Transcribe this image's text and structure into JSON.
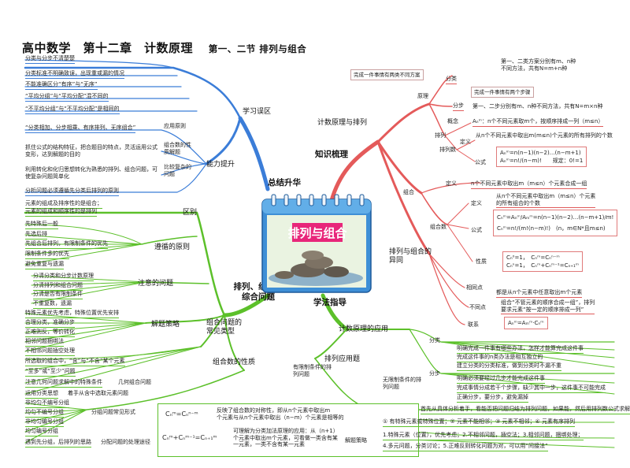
{
  "title": "高中数学　第十二章　计数原理",
  "subtitle": "第一、二节 排列与组合",
  "center_label": "排列与组合",
  "branches": {
    "top_left": "总结升华",
    "top_right": "知识梳理",
    "bottom_left": "排列、组合的综合问题",
    "bottom_right": "学法指导"
  },
  "blue": {
    "hubs": {
      "mistakes": "学习误区",
      "ability": "能力提升"
    },
    "mistakes": [
      "分类与分步不清楚楚",
      "分类标准不明确致误，出现重或漏的情况",
      "不能准确区分“有序”与“无序”",
      "“平均分组”与“平均分配”混不同的",
      "“不平均分组”与“不平均分配”是相同的"
    ],
    "ability_subs": [
      "应用原则",
      "组合数的性质解题",
      "比较复杂的问题"
    ],
    "ability": [
      "“分类相加、分步相乘、有序排列、无序组合”",
      "抓住公式的结构特征，把合题目的特点，灵活运用公式变形，达到解题的目的",
      "利用转化和化归思想转化为熟悉的排列、组合问题，可使复杂问题简单化",
      "分析问题必须遵循先分类后排列的原则"
    ]
  },
  "green": {
    "hubs": {
      "distinguish": "区别",
      "principle": "遵循的原则",
      "notice": "注意的问题",
      "strategy": "解题策略",
      "types": "组合问题的常见类型",
      "property": "组合数的性质"
    },
    "distinguish": [
      "元素的组成及排序性的是组合；",
      "元素的组成和顺序性的是排列"
    ],
    "principle": [
      "先特殊后一般",
      "先选后排",
      "先组合后排列，有限制条件的优先",
      "限制条件多的优先",
      "避免重复与遗漏"
    ],
    "notice": [
      "分清分类和分步计数原理",
      "分清排列和组合问题",
      "分清是否有限制条件",
      "不重复数，遗漏"
    ],
    "strategy": [
      "特殊元素优先考虑，特殊位置优先安排",
      "合理分类，准确分步",
      "正难则反，等价转化",
      "相邻问题捆绑法",
      "不相邻问题插空处理"
    ],
    "types": [
      "所选取的组合中，“含”与“不含”某个元素",
      "“至多”或“至少”问题",
      "注意几何问题求解中的特殊条件",
      "运用分类思想"
    ],
    "types_right": [
      "几何组合问题",
      "着手从含中选取元素问题"
    ],
    "grouping": [
      "非均匀不编号分组",
      "均匀不编号分组",
      "非均匀编号分组",
      "均匀编号分组"
    ],
    "grouping_label": "分组问题常见形式",
    "grouping_last": "遇到先分组，后排列的思路",
    "grouping_last_right": "分配问题的处理途径",
    "property_formula_1": "Cₙᵐ=Cₙⁿ⁻ᵐ",
    "property_desc_1": "反映了组合数的对称性，即从n个元素中取出m\n个元素与从n个元素中取出（n−m）个元素是相等的",
    "property_formula_2": "Cₙᵐ+Cₙᵐ⁻¹=Cₙ₊₁ᵐ",
    "property_desc_2": "可理解为分类加法原理的应用：从（n+1）\n个元素中取出m个元素，可看做一类含有某\n一元素，一类不含有某一元素"
  },
  "red": {
    "hubs": {
      "counting": "计数原理与排列",
      "permutation": "排列",
      "combination": "组合",
      "combination_count": "组合数",
      "diff": "排列与组合的异同"
    },
    "note_box": "完成一件事情有两类不同方案",
    "note_box_2": "完成一件事情有两个步骤",
    "principle": "原理",
    "classify": "分类",
    "step": "分步",
    "classify_text": "第一、二类方案分别有m、n种\n不同方法，共有N=m+n种",
    "step_text": "第一、二步分别有m、n种不同方法，共有N=m×n种",
    "concept": "概念",
    "concept_text": "Aₙᵐ：n个不同元素取m个，按顺序排成一列（m≤n）",
    "perm_count": "排列数",
    "definition": "定义",
    "perm_def": "从n个不同元素中取出m(m≤n)个元素的所有排列的个数",
    "formula": "公式",
    "perm_formula": "Aₙᵐ=n(n−1)(n−2)…(n−m+1)\nAₙᵐ=n!/(n−m)!　　规定：0!=1",
    "comb_def_label": "定义",
    "comb_def": "n个不同元素中取出m（m≤n）个元素合成一组",
    "comb_count_def": "从n个不同元素中取出m（m≤n）个元素\n的所有组合的个数",
    "comb_formula": "Cₙᵐ=Aₙᵐ/Aₘᵐ=n(n−1)(n−2)…(n−m+1)/m!\nCₙᵐ=n!/(m!(n−m)!)　(n，m∈N*且m≤n)",
    "nature": "性质",
    "nature_formula": "Cₙ⁰=1，　Cₙᵐ=Cₙⁿ⁻ᵐ\nCₙⁿ=1，　Cₙᵐ+Cₙᵐ⁻¹=Cₙ₊₁ᵐ",
    "same": "相同点",
    "same_text": "都是从n个元素中任意取出m个元素",
    "diff_point": "不同点",
    "diff_text": "组合“不管元素的顺序合成一组”，排列\n要求元素“按一定的顺序排成一列”",
    "relation": "联系",
    "relation_formula": "Aₙᵐ=Aₘᵐ·Cₙᵐ"
  },
  "method": {
    "application": "计数原理的应用",
    "classify": "分类",
    "step": "分步",
    "classify_items": [
      "明确完成一件事有哪些办法，怎样才能算完成这件事",
      "完成这件事的n类办法是相互独立的",
      "建立分类的分类标准，做到分类时不漏不重"
    ],
    "step_items": [
      "明确必须要经过几步才能完成这件事",
      "完成事情分成若干个步骤，缺少其中一步，这件事不可能完成",
      "正确分步，要分步，避免漏掉"
    ],
    "perm_app": "排列应用题",
    "with_cond": "有限制条件的排列问题",
    "without_cond": "无限制条件的排列问题",
    "without_text": "首先从具体分析着手，看能否把问题归结为排列问题，如果能，然后用排列数公式求解",
    "strategy_label": "解题策略",
    "strategy_items": [
      "① 有特殊元素或特殊位置；② 元素不能相邻；③ 元素不相邻；④ 元素有序排列",
      "1.特殊元素（位置），优先考虑；2.不相邻问题，插空法；3.相邻问题，捆绑处理；",
      "4.多元问题，分类讨论；5.正难反则转化问题为对，可以用“间接法”"
    ]
  }
}
